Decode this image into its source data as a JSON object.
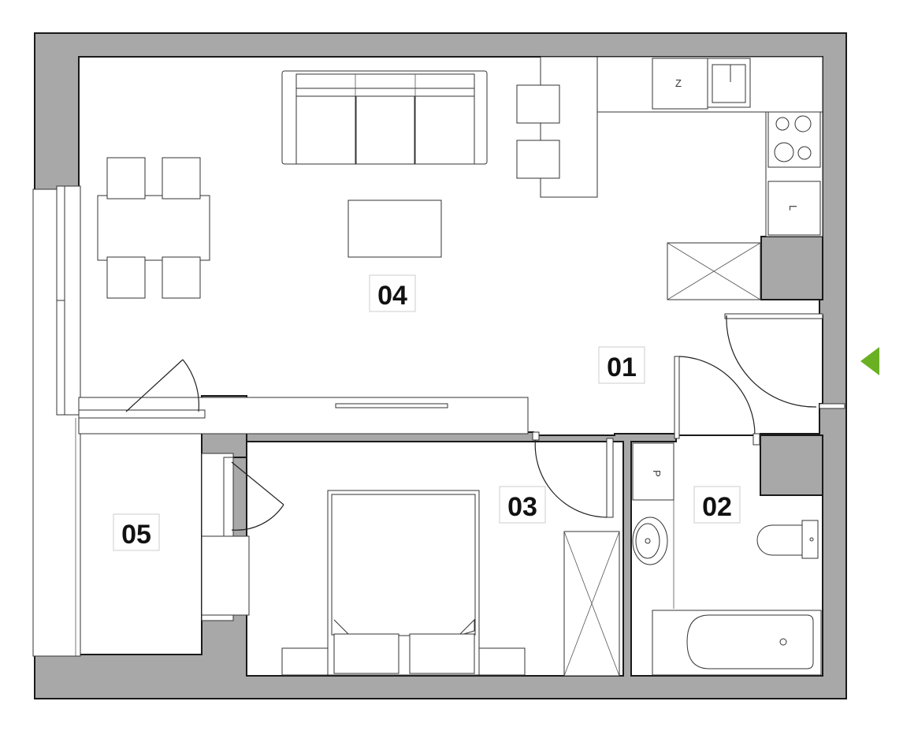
{
  "rooms": [
    {
      "id": "01"
    },
    {
      "id": "02"
    },
    {
      "id": "03"
    },
    {
      "id": "04"
    },
    {
      "id": "05"
    }
  ],
  "appliance_labels": {
    "fridge": "Z",
    "oven": "L",
    "washer": "P"
  },
  "entrance_marker_color": "#6ab023",
  "wall_color": "#a8a8a8"
}
